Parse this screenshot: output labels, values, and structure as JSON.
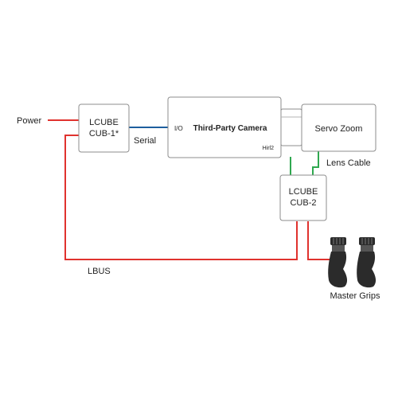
{
  "colors": {
    "power_lbus": "#e0322e",
    "serial": "#1d5f9e",
    "lens_cable": "#2fa84f",
    "box_border": "#8c8c8c",
    "text": "#222222",
    "grip": "#2b2b2b"
  },
  "labels": {
    "power": "Power",
    "lbus": "LBUS",
    "serial": "Serial",
    "lens_cable": "Lens Cable",
    "master_grips": "Master Grips"
  },
  "boxes": {
    "cub1": {
      "line1": "LCUBE",
      "line2": "CUB-1*"
    },
    "camera": {
      "title": "Third-Party Camera",
      "io_port": "I/O",
      "port": "Hirl2"
    },
    "servo_zoom": {
      "title": "Servo Zoom"
    },
    "cub2": {
      "line1": "LCUBE",
      "line2": "CUB-2"
    }
  },
  "icons": {
    "grip_left": "hand-grip-icon",
    "grip_right": "hand-grip-icon"
  }
}
